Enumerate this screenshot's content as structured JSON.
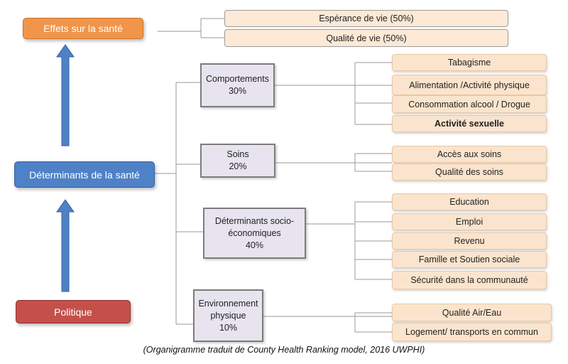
{
  "main": {
    "outcomes": "Effets sur la santé",
    "determinants": "Déterminants de la santé",
    "policy": "Politique"
  },
  "outcome_items": [
    "Espérance de vie (50%)",
    "Qualité de vie (50%)"
  ],
  "categories": [
    {
      "name": "Comportements",
      "pct": "30%"
    },
    {
      "name": "Soins",
      "pct": "20%"
    },
    {
      "name_line1": "Déterminants socio-",
      "name_line2": "économiques",
      "pct": "40%"
    },
    {
      "name_line1": "Environnement",
      "name_line2": "physique",
      "pct": "10%"
    }
  ],
  "behaviors": [
    "Tabagisme",
    "Alimentation /Activité physique",
    "Consommation alcool / Drogue",
    "Activité sexuelle"
  ],
  "care": [
    "Accès aux soins",
    "Qualité des soins"
  ],
  "socio": [
    "Education",
    "Emploi",
    "Revenu",
    "Famille et Soutien sociale",
    "Sécurité dans la communauté"
  ],
  "environment": [
    "Qualité Air/Eau",
    "Logement/ transports en commun"
  ],
  "caption": "(Organigramme traduit de County Health Ranking model, 2016 UWPHI)",
  "colors": {
    "outcomes": "#f0954a",
    "determinants": "#4f81c7",
    "policy": "#c4504a",
    "category_fill": "#e7e4ef",
    "leaf_fill": "#fbe4cd",
    "arrow": "#4f81c7"
  }
}
